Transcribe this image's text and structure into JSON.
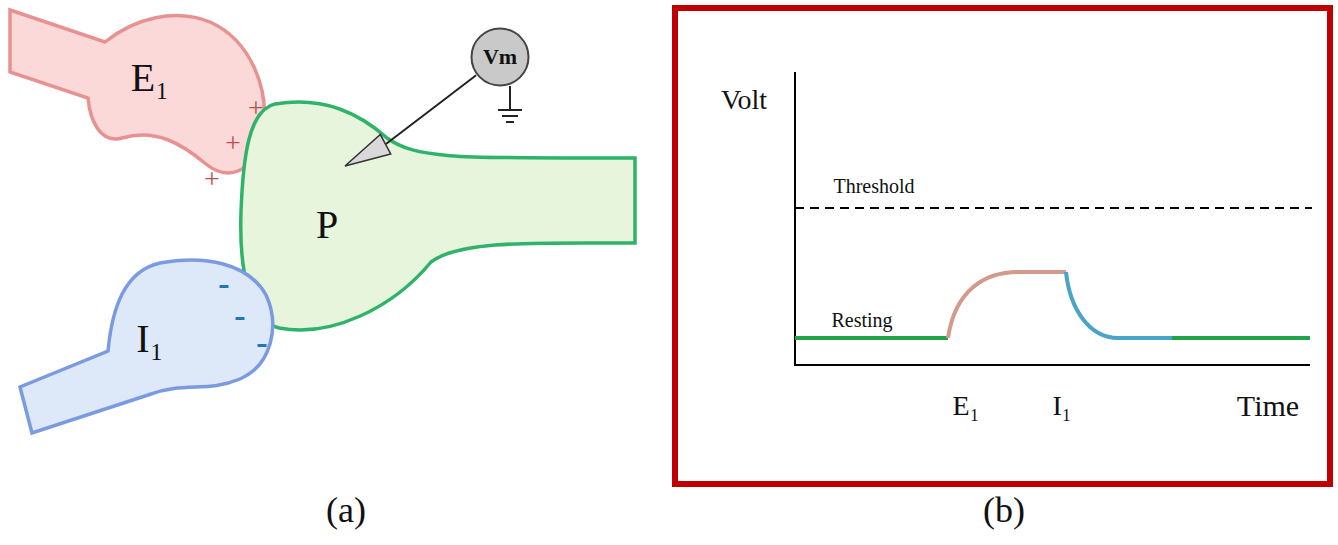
{
  "diagram": {
    "nodes": [
      {
        "text": [
          "E₁"
        ]
      },
      {
        "text": [
          "P"
        ]
      },
      {
        "text": [
          "I₁"
        ]
      },
      {
        "text": [
          "Vm"
        ]
      }
    ],
    "edges": [
      {
        "from": 3,
        "to": 1,
        "arrow": "to"
      }
    ],
    "labels": [
      "+",
      "+",
      "+",
      "-",
      "-",
      "-",
      "(a)",
      "Volt",
      "Threshold",
      "Resting",
      "E₁",
      "I₁",
      "Time",
      "(b)"
    ]
  }
}
